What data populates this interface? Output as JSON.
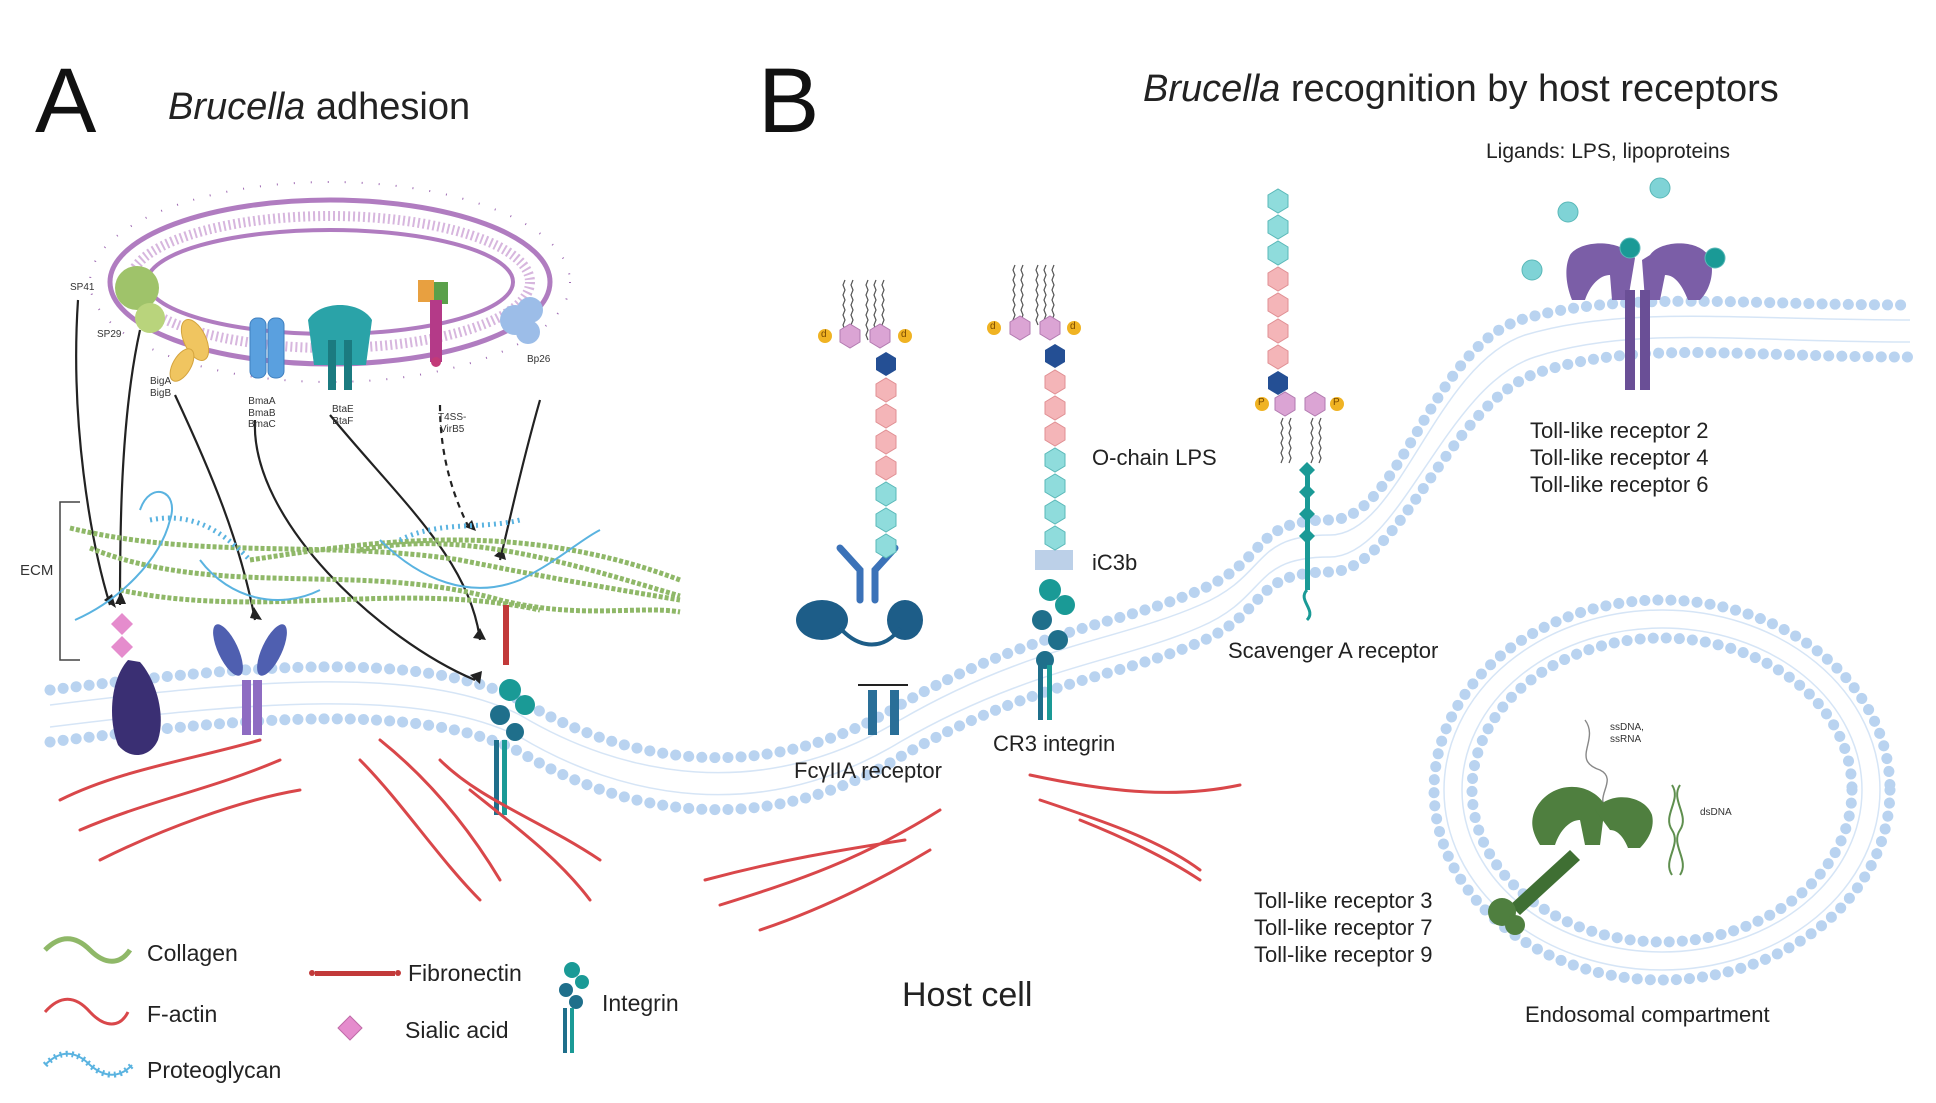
{
  "panelA": {
    "letter": "A",
    "title_italic": "Brucella",
    "title_rest": " adhesion",
    "adhesins": {
      "sp41": "SP41",
      "sp29": "SP29",
      "big": [
        "BigA",
        "BigB"
      ],
      "bma": [
        "BmaA",
        "BmaB",
        "BmaC"
      ],
      "bta": [
        "BtaE",
        "BtaF"
      ],
      "t4ss": [
        "T4SS-",
        "VirB5"
      ],
      "bp26": "Bp26"
    },
    "ecm_label": "ECM"
  },
  "panelB": {
    "letter": "B",
    "title_italic": "Brucella",
    "title_rest": " recognition by host receptors",
    "ligands": "Ligands: LPS, lipoproteins",
    "tlr_surface": [
      "Toll-like receptor 2",
      "Toll-like receptor 4",
      "Toll-like receptor 6"
    ],
    "o_chain": "O-chain LPS",
    "ic3b": "iC3b",
    "scavenger": "Scavenger A receptor",
    "fc_receptor": "FcγIIA receptor",
    "cr3": "CR3 integrin",
    "host_cell": "Host cell",
    "tlr_endo": [
      "Toll-like receptor 3",
      "Toll-like receptor 7",
      "Toll-like receptor 9"
    ],
    "ssdna": [
      "ssDNA,",
      "ssRNA"
    ],
    "dsdna": "dsDNA",
    "endosome": "Endosomal compartment",
    "glyco_d": "d",
    "glyco_p": "P"
  },
  "legend": {
    "collagen": "Collagen",
    "factin": "F-actin",
    "proteoglycan": "Proteoglycan",
    "fibronectin": "Fibronectin",
    "sialic": "Sialic acid",
    "integrin": "Integrin"
  },
  "colors": {
    "membrane": "#b9d3f0",
    "actin": "#d9474a",
    "collagen": "#7fa85a",
    "proteoglycan": "#5ab3e0",
    "bacteria": "#a77bb3",
    "integrin": "#1f6f8b",
    "tlr": "#7b5ea7",
    "tlr_endo": "#4f7f3f",
    "teal": "#1a9a96"
  }
}
